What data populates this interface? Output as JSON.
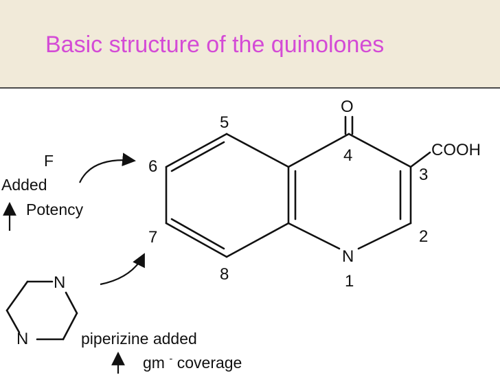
{
  "title": "Basic structure of the quinolones",
  "atoms": {
    "oxygen": "O",
    "cooh": "COOH",
    "ring_n": "N",
    "pip_n_top": "N",
    "pip_n_bottom": "N"
  },
  "positions": {
    "p1": "1",
    "p2": "2",
    "p3": "3",
    "p4": "4",
    "p5": "5",
    "p6": "6",
    "p7": "7",
    "p8": "8"
  },
  "annotations": {
    "fluorine": "F",
    "added": "Added",
    "potency": "Potency",
    "piperizine": "piperizine added",
    "coverage_prefix": "gm",
    "coverage_sup": "-",
    "coverage_suffix": " coverage"
  },
  "colors": {
    "title": "#d44bd6",
    "header_bg": "#f1ead9"
  }
}
